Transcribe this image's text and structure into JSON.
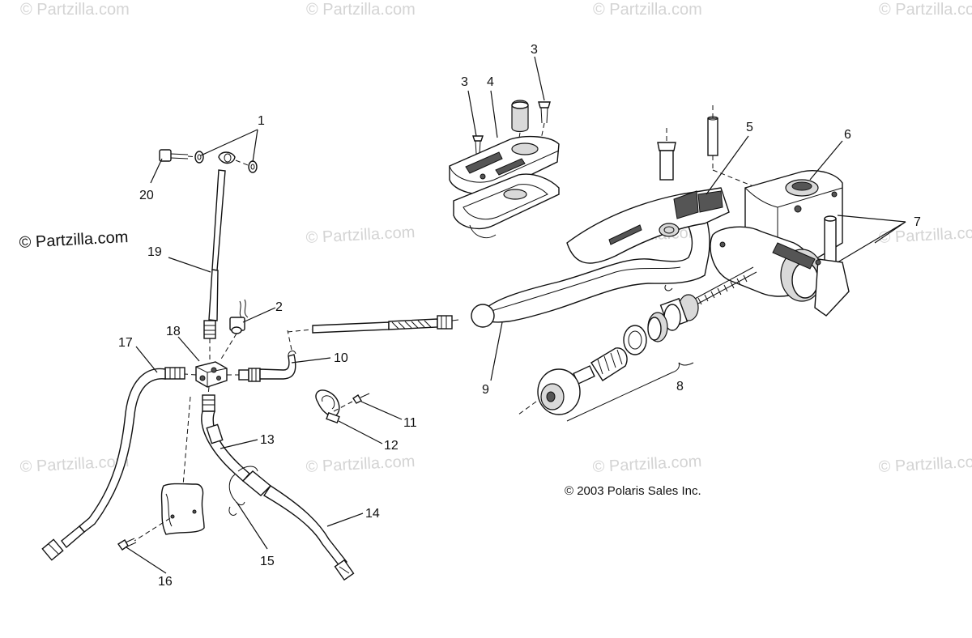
{
  "watermark_text": "© Partzilla.com",
  "brand_label": "© Partzilla.com",
  "copyright": "© 2003 Polaris Sales Inc.",
  "callouts": {
    "c1": "1",
    "c2": "2",
    "c3a": "3",
    "c3b": "3",
    "c4": "4",
    "c5": "5",
    "c6": "6",
    "c7": "7",
    "c8": "8",
    "c9": "9",
    "c10": "10",
    "c11": "11",
    "c12": "12",
    "c13": "13",
    "c14": "14",
    "c15": "15",
    "c16": "16",
    "c17": "17",
    "c18": "18",
    "c19": "19",
    "c20": "20"
  }
}
